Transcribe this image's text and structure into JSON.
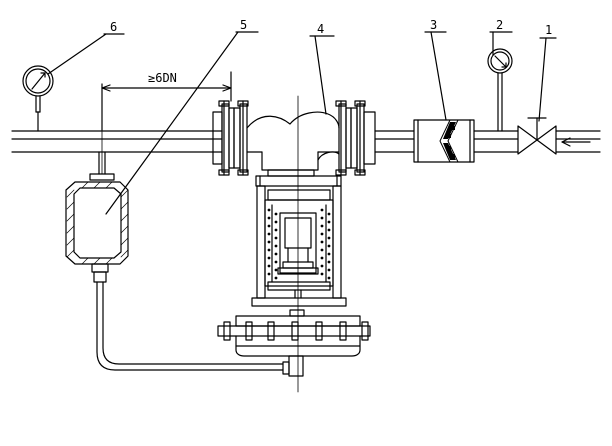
{
  "callouts": [
    "1",
    "2",
    "3",
    "4",
    "5",
    "6"
  ],
  "dimension_label": "≥6DN",
  "colors": {
    "ink": "#000000",
    "background": "#ffffff"
  }
}
